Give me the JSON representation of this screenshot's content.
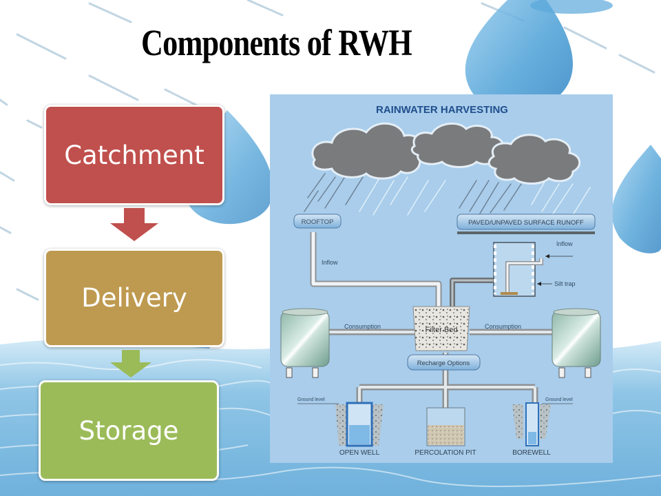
{
  "slide": {
    "title": "Components of RWH"
  },
  "flow": {
    "steps": [
      {
        "label": "Catchment",
        "color": "#C0504D"
      },
      {
        "label": "Delivery",
        "color": "#BE9A50"
      },
      {
        "label": "Storage",
        "color": "#9BBB59"
      }
    ],
    "arrows": [
      {
        "from": "Catchment",
        "to": "Delivery",
        "color": "#C0504D"
      },
      {
        "from": "Delivery",
        "to": "Storage",
        "color": "#9BBB59"
      }
    ]
  },
  "diagram": {
    "title": "RAINWATER HARVESTING",
    "sources": {
      "rooftop": "ROOFTOP",
      "surface": "PAVED/UNPAVED SURFACE RUNOFF"
    },
    "labels": {
      "inflow_left": "Inflow",
      "inflow_right": "Inflow",
      "silt_trap": "Silt trap",
      "filter_bed": "Filter Bed",
      "consumption_left": "Consumption",
      "consumption_right": "Consumption",
      "recharge_options": "Recharge Options",
      "ground_level_left": "Ground level",
      "ground_level_right": "Ground level"
    },
    "recharge": [
      {
        "label": "OPEN WELL"
      },
      {
        "label": "PERCOLATION PIT"
      },
      {
        "label": "BOREWELL"
      }
    ],
    "colors": {
      "background": "#A9CDEB",
      "title": "#1F4E8C",
      "cloud": "#7A7B7D",
      "pipe": "#9A9C9E"
    }
  }
}
